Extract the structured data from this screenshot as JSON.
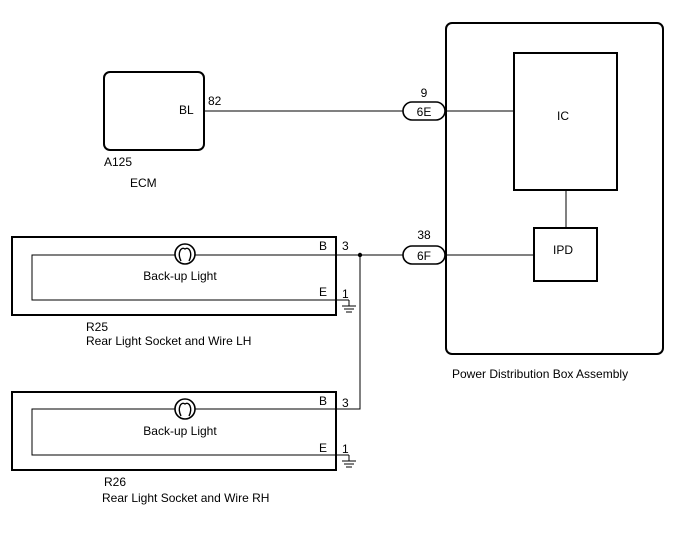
{
  "ecm": {
    "pin_code": "BL",
    "pin_number": "82",
    "connector": "A125",
    "name": "ECM"
  },
  "pdb": {
    "name": "Power Distribution Box Assembly",
    "ic_label": "IC",
    "ipd_label": "IPD",
    "connector_top": {
      "pin": "9",
      "code": "6E"
    },
    "connector_bottom": {
      "pin": "38",
      "code": "6F"
    }
  },
  "socket_lh": {
    "connector": "R25",
    "name": "Rear Light Socket and Wire LH",
    "light_label": "Back-up Light",
    "pin_b_letter": "B",
    "pin_b_number": "3",
    "pin_e_letter": "E",
    "pin_e_number": "1"
  },
  "socket_rh": {
    "connector": "R26",
    "name": "Rear Light Socket and Wire RH",
    "light_label": "Back-up Light",
    "pin_b_letter": "B",
    "pin_b_number": "3",
    "pin_e_letter": "E",
    "pin_e_number": "1"
  }
}
